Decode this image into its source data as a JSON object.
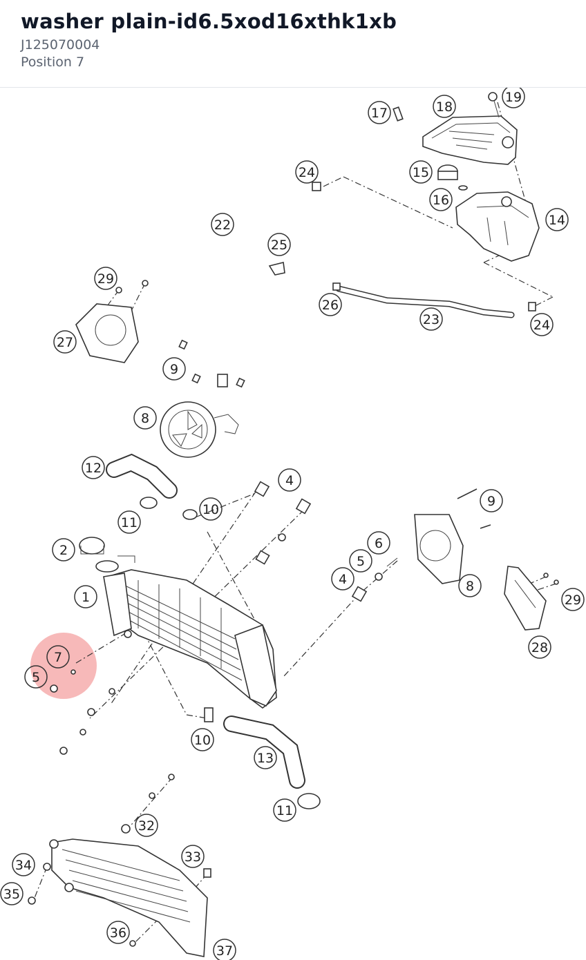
{
  "part": {
    "title": "washer plain-id6.5xod16xthk1xb",
    "sku": "J125070004",
    "position": "Position 7"
  },
  "highlight": {
    "number": "7",
    "color": "#f08080"
  },
  "callouts": [
    "1",
    "2",
    "4",
    "4",
    "5",
    "5",
    "6",
    "7",
    "8",
    "8",
    "9",
    "9",
    "10",
    "10",
    "11",
    "11",
    "12",
    "13",
    "14",
    "15",
    "16",
    "17",
    "18",
    "19",
    "22",
    "23",
    "24",
    "24",
    "25",
    "26",
    "27",
    "28",
    "29",
    "29",
    "32",
    "33",
    "34",
    "35",
    "36",
    "37"
  ]
}
